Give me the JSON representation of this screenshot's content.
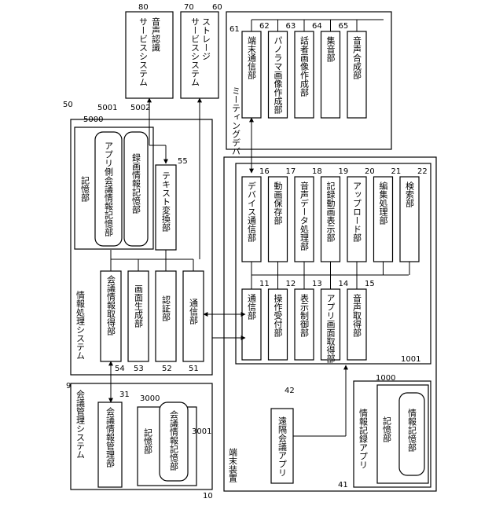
{
  "diagram": {
    "meeting_management": {
      "system_label": "会議管理システム",
      "system_ref": "9",
      "info_manager_label": "会議情報管理部",
      "info_manager_ref": "31",
      "storage_label": "記憶部",
      "storage_ref": "3000",
      "db_label": "会議情報記憶部",
      "db_ref": "3001"
    },
    "info_processing": {
      "system_label": "情報処理システム",
      "system_ref": "50",
      "storage_label": "記憶部",
      "storage_ref": "5000",
      "app_db_label": "アプリ側会議情報記憶部",
      "app_db_ref": "5001",
      "rec_db_label": "録画情報記憶部",
      "rec_db_ref": "5002",
      "text_conv_label": "テキスト変換部",
      "text_conv_ref": "55",
      "meeting_acq_label": "会議情報取得部",
      "meeting_acq_ref": "54",
      "screen_gen_label": "画面生成部",
      "screen_gen_ref": "53",
      "auth_label": "認証部",
      "auth_ref": "52",
      "comm_label": "通信部",
      "comm_ref": "51"
    },
    "voice_recognition": {
      "label": "音声認識\nサービスシステム",
      "ref": "80"
    },
    "storage_service": {
      "label": "ストレージ\nサービスシステム",
      "ref": "70"
    },
    "meeting_device": {
      "label": "ミーティングデバイス",
      "ref": "60",
      "sub_ref": "61",
      "units": [
        {
          "label": "端末通信部",
          "ref": "62"
        },
        {
          "label": "パノラマ画像作成部",
          "ref": "63"
        },
        {
          "label": "話者画像作成部",
          "ref": "64"
        },
        {
          "label": "集音部",
          "ref": "65"
        },
        {
          "label": "音声合成部",
          "ref": ""
        }
      ]
    },
    "terminal": {
      "label": "端末装置",
      "ref": "10",
      "left_units": [
        {
          "label": "通信部",
          "ref": "11"
        },
        {
          "label": "操作受付部",
          "ref": "12"
        },
        {
          "label": "表示制御部",
          "ref": "13"
        },
        {
          "label": "アプリ画面取得部",
          "ref": "14"
        },
        {
          "label": "音声取得部",
          "ref": "15"
        }
      ],
      "right_units": [
        {
          "label": "デバイス通信部",
          "ref": "16"
        },
        {
          "label": "動画保存部",
          "ref": "17"
        },
        {
          "label": "音声データ処理部",
          "ref": "18"
        },
        {
          "label": "記録動画表示部",
          "ref": "19"
        },
        {
          "label": "アップロード部",
          "ref": "20"
        },
        {
          "label": "編集処理部",
          "ref": "21"
        },
        {
          "label": "検索部",
          "ref": "22"
        }
      ],
      "remote_app_label": "遠隔会議アプリ",
      "remote_app_ref": "42",
      "recording_app_label": "情報記録アプリ",
      "recording_app_ref": "41",
      "storage_label": "記憶部",
      "storage_ref": "1000",
      "db_label": "情報記憶部",
      "db_ref": "1001"
    }
  }
}
